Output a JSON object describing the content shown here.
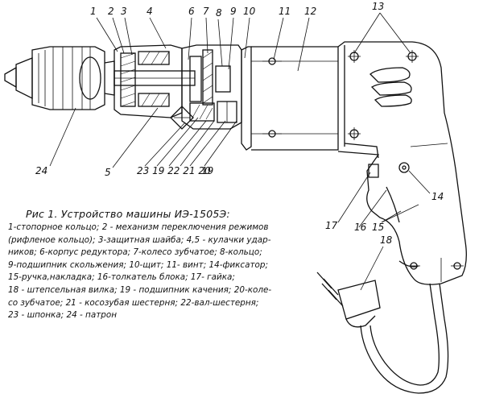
{
  "caption": {
    "title": "Рис 1. Устройство машины ИЭ-1505Э:",
    "lines": [
      "1-стопорное кольцо; 2 - механизм переключения режимов",
      "(рифленое кольцо); 3-защитная шайба; 4,5 - кулачки удар-",
      "ников; 6-корпус редуктора; 7-колесо зубчатое; 8-кольцо;",
      "9-подшипник скольжения; 10-щит; 11- винт; 14-фиксатор;",
      "15-ручка,накладка; 16-толкатель блока; 17- гайка;",
      "18 - штепсельная вилка; 19 - подшипник качения; 20-коле-",
      "со зубчатое; 21 - косозубая шестерня; 22-вал-шестерня;",
      "23 - шпонка;  24 - патрон"
    ]
  },
  "callouts": {
    "c1": "1",
    "c2": "2",
    "c3": "3",
    "c4": "4",
    "c6": "6",
    "c7": "7",
    "c8": "8",
    "c9": "9",
    "c10": "10",
    "c11": "11",
    "c12": "12",
    "c13": "13",
    "c14": "14",
    "c15": "15",
    "c16": "16",
    "c17": "17",
    "c18": "18",
    "c24": "24",
    "c5": "5",
    "cb": "23 19 22 21 20",
    "c19": "19"
  }
}
